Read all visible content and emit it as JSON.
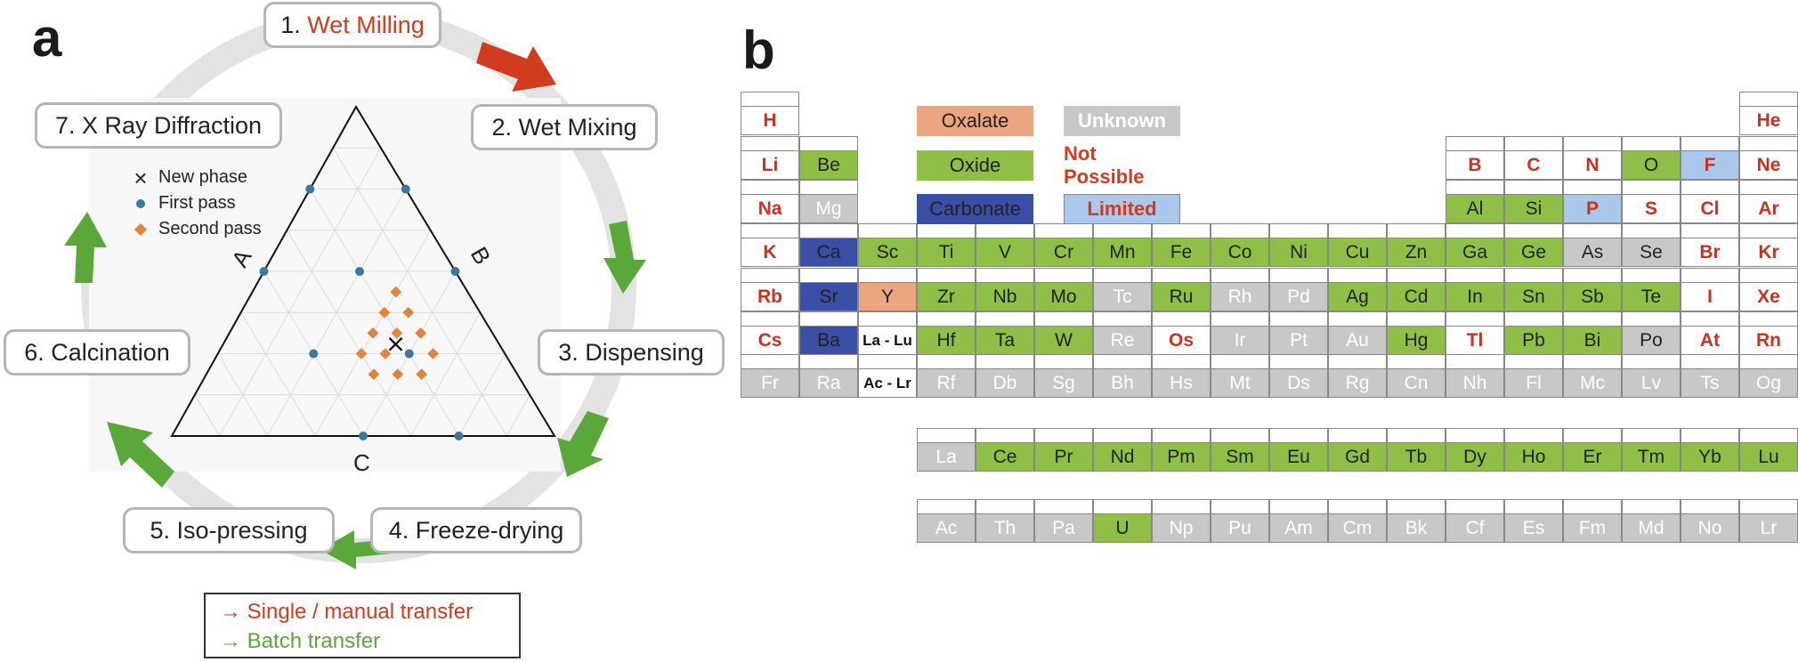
{
  "panel_a": {
    "label": "a",
    "steps": [
      {
        "num": "1.",
        "text": "Wet Milling"
      },
      {
        "num": "2.",
        "text": "Wet Mixing"
      },
      {
        "num": "3.",
        "text": "Dispensing"
      },
      {
        "num": "4.",
        "text": "Freeze-drying"
      },
      {
        "num": "5.",
        "text": "Iso-pressing"
      },
      {
        "num": "6.",
        "text": "Calcination"
      },
      {
        "num": "7.",
        "text": "X Ray Diffraction"
      }
    ],
    "triangle": {
      "axis_labels": {
        "a": "A",
        "b": "B",
        "c": "C"
      },
      "legend": {
        "new_phase": "New phase",
        "first_pass": "First pass",
        "second_pass": "Second pass"
      },
      "colors": {
        "first_pass": "#3a78a0",
        "second_pass": "#e0853a",
        "new_phase": "#111111"
      },
      "first_pass_points": [
        [
          0.25,
          0.5,
          0.25
        ],
        [
          0,
          0.75,
          0.25
        ],
        [
          0.5,
          0.25,
          0.25
        ],
        [
          0.25,
          0.25,
          0.5
        ],
        [
          0.5,
          0.5,
          0
        ],
        [
          0.75,
          0.25,
          0
        ],
        [
          0.75,
          0,
          0.25
        ],
        [
          0,
          0.5,
          0.5
        ],
        [
          0.5,
          0,
          0.5
        ]
      ],
      "second_pass_points": [
        [
          0.3125,
          0.5,
          0.1875
        ],
        [
          0.25,
          0.5625,
          0.1875
        ],
        [
          0.375,
          0.4375,
          0.1875
        ],
        [
          0.4375,
          0.375,
          0.1875
        ],
        [
          0.1875,
          0.5625,
          0.25
        ],
        [
          0.3125,
          0.4375,
          0.25
        ],
        [
          0.375,
          0.375,
          0.25
        ],
        [
          0.1875,
          0.5,
          0.3125
        ],
        [
          0.25,
          0.4375,
          0.3125
        ],
        [
          0.3125,
          0.375,
          0.3125
        ],
        [
          0.1875,
          0.4375,
          0.375
        ],
        [
          0.25,
          0.375,
          0.375
        ]
      ],
      "new_phase_point": [
        0.28,
        0.45,
        0.27
      ]
    },
    "arrow_colors": {
      "manual": "#d13b1e",
      "batch": "#5aa83a"
    },
    "transfer_legend": {
      "manual": "→ Single / manual transfer",
      "batch": "→ Batch transfer"
    }
  },
  "panel_b": {
    "label": "b",
    "legend": {
      "oxalate": "Oxalate",
      "oxide": "Oxide",
      "carbonate": "Carbonate",
      "unknown": "Unknown",
      "not_possible": "Not Possible",
      "limited": "Limited"
    },
    "category_colors": {
      "oxide": "#8fbf47",
      "carbonate": "#3a4ea6",
      "oxalate": "#eba57f",
      "unknown": "#c8c8c8",
      "limited": "#a9c8ec",
      "not_possible": "#ffffff"
    },
    "elements": [
      {
        "sym": "H",
        "row": 1,
        "col": 1,
        "cat": "none"
      },
      {
        "sym": "He",
        "row": 1,
        "col": 18,
        "cat": "none"
      },
      {
        "sym": "Li",
        "row": 2,
        "col": 1,
        "cat": "none"
      },
      {
        "sym": "Be",
        "row": 2,
        "col": 2,
        "cat": "oxide"
      },
      {
        "sym": "B",
        "row": 2,
        "col": 13,
        "cat": "none"
      },
      {
        "sym": "C",
        "row": 2,
        "col": 14,
        "cat": "none"
      },
      {
        "sym": "N",
        "row": 2,
        "col": 15,
        "cat": "none"
      },
      {
        "sym": "O",
        "row": 2,
        "col": 16,
        "cat": "oxide"
      },
      {
        "sym": "F",
        "row": 2,
        "col": 17,
        "cat": "limited"
      },
      {
        "sym": "Ne",
        "row": 2,
        "col": 18,
        "cat": "none"
      },
      {
        "sym": "Na",
        "row": 3,
        "col": 1,
        "cat": "none"
      },
      {
        "sym": "Mg",
        "row": 3,
        "col": 2,
        "cat": "unknown"
      },
      {
        "sym": "Al",
        "row": 3,
        "col": 13,
        "cat": "oxide"
      },
      {
        "sym": "Si",
        "row": 3,
        "col": 14,
        "cat": "oxide"
      },
      {
        "sym": "P",
        "row": 3,
        "col": 15,
        "cat": "limited"
      },
      {
        "sym": "S",
        "row": 3,
        "col": 16,
        "cat": "none"
      },
      {
        "sym": "Cl",
        "row": 3,
        "col": 17,
        "cat": "none"
      },
      {
        "sym": "Ar",
        "row": 3,
        "col": 18,
        "cat": "none"
      },
      {
        "sym": "K",
        "row": 4,
        "col": 1,
        "cat": "none"
      },
      {
        "sym": "Ca",
        "row": 4,
        "col": 2,
        "cat": "carbonate"
      },
      {
        "sym": "Sc",
        "row": 4,
        "col": 3,
        "cat": "oxide"
      },
      {
        "sym": "Ti",
        "row": 4,
        "col": 4,
        "cat": "oxide"
      },
      {
        "sym": "V",
        "row": 4,
        "col": 5,
        "cat": "oxide"
      },
      {
        "sym": "Cr",
        "row": 4,
        "col": 6,
        "cat": "oxide"
      },
      {
        "sym": "Mn",
        "row": 4,
        "col": 7,
        "cat": "oxide"
      },
      {
        "sym": "Fe",
        "row": 4,
        "col": 8,
        "cat": "oxide"
      },
      {
        "sym": "Co",
        "row": 4,
        "col": 9,
        "cat": "oxide"
      },
      {
        "sym": "Ni",
        "row": 4,
        "col": 10,
        "cat": "oxide"
      },
      {
        "sym": "Cu",
        "row": 4,
        "col": 11,
        "cat": "oxide"
      },
      {
        "sym": "Zn",
        "row": 4,
        "col": 12,
        "cat": "oxide"
      },
      {
        "sym": "Ga",
        "row": 4,
        "col": 13,
        "cat": "oxide"
      },
      {
        "sym": "Ge",
        "row": 4,
        "col": 14,
        "cat": "oxide"
      },
      {
        "sym": "As",
        "row": 4,
        "col": 15,
        "cat": "unknown_dark"
      },
      {
        "sym": "Se",
        "row": 4,
        "col": 16,
        "cat": "unknown_dark"
      },
      {
        "sym": "Br",
        "row": 4,
        "col": 17,
        "cat": "none"
      },
      {
        "sym": "Kr",
        "row": 4,
        "col": 18,
        "cat": "none"
      },
      {
        "sym": "Rb",
        "row": 5,
        "col": 1,
        "cat": "none"
      },
      {
        "sym": "Sr",
        "row": 5,
        "col": 2,
        "cat": "carbonate"
      },
      {
        "sym": "Y",
        "row": 5,
        "col": 3,
        "cat": "oxalate"
      },
      {
        "sym": "Zr",
        "row": 5,
        "col": 4,
        "cat": "oxide"
      },
      {
        "sym": "Nb",
        "row": 5,
        "col": 5,
        "cat": "oxide"
      },
      {
        "sym": "Mo",
        "row": 5,
        "col": 6,
        "cat": "oxide"
      },
      {
        "sym": "Tc",
        "row": 5,
        "col": 7,
        "cat": "unknown"
      },
      {
        "sym": "Ru",
        "row": 5,
        "col": 8,
        "cat": "oxide"
      },
      {
        "sym": "Rh",
        "row": 5,
        "col": 9,
        "cat": "unknown"
      },
      {
        "sym": "Pd",
        "row": 5,
        "col": 10,
        "cat": "unknown"
      },
      {
        "sym": "Ag",
        "row": 5,
        "col": 11,
        "cat": "oxide"
      },
      {
        "sym": "Cd",
        "row": 5,
        "col": 12,
        "cat": "oxide"
      },
      {
        "sym": "In",
        "row": 5,
        "col": 13,
        "cat": "oxide"
      },
      {
        "sym": "Sn",
        "row": 5,
        "col": 14,
        "cat": "oxide"
      },
      {
        "sym": "Sb",
        "row": 5,
        "col": 15,
        "cat": "oxide"
      },
      {
        "sym": "Te",
        "row": 5,
        "col": 16,
        "cat": "oxide"
      },
      {
        "sym": "I",
        "row": 5,
        "col": 17,
        "cat": "none"
      },
      {
        "sym": "Xe",
        "row": 5,
        "col": 18,
        "cat": "none"
      },
      {
        "sym": "Cs",
        "row": 6,
        "col": 1,
        "cat": "none"
      },
      {
        "sym": "Ba",
        "row": 6,
        "col": 2,
        "cat": "carbonate"
      },
      {
        "sym": "La - Lu",
        "row": 6,
        "col": 3,
        "cat": "range"
      },
      {
        "sym": "Hf",
        "row": 6,
        "col": 4,
        "cat": "oxide"
      },
      {
        "sym": "Ta",
        "row": 6,
        "col": 5,
        "cat": "oxide"
      },
      {
        "sym": "W",
        "row": 6,
        "col": 6,
        "cat": "oxide"
      },
      {
        "sym": "Re",
        "row": 6,
        "col": 7,
        "cat": "unknown"
      },
      {
        "sym": "Os",
        "row": 6,
        "col": 8,
        "cat": "none"
      },
      {
        "sym": "Ir",
        "row": 6,
        "col": 9,
        "cat": "unknown"
      },
      {
        "sym": "Pt",
        "row": 6,
        "col": 10,
        "cat": "unknown"
      },
      {
        "sym": "Au",
        "row": 6,
        "col": 11,
        "cat": "unknown"
      },
      {
        "sym": "Hg",
        "row": 6,
        "col": 12,
        "cat": "oxide"
      },
      {
        "sym": "Tl",
        "row": 6,
        "col": 13,
        "cat": "none"
      },
      {
        "sym": "Pb",
        "row": 6,
        "col": 14,
        "cat": "oxide"
      },
      {
        "sym": "Bi",
        "row": 6,
        "col": 15,
        "cat": "oxide"
      },
      {
        "sym": "Po",
        "row": 6,
        "col": 16,
        "cat": "unknown_dark"
      },
      {
        "sym": "At",
        "row": 6,
        "col": 17,
        "cat": "none"
      },
      {
        "sym": "Rn",
        "row": 6,
        "col": 18,
        "cat": "none"
      },
      {
        "sym": "Fr",
        "row": 7,
        "col": 1,
        "cat": "unknown"
      },
      {
        "sym": "Ra",
        "row": 7,
        "col": 2,
        "cat": "unknown"
      },
      {
        "sym": "Ac - Lr",
        "row": 7,
        "col": 3,
        "cat": "range"
      },
      {
        "sym": "Rf",
        "row": 7,
        "col": 4,
        "cat": "unknown"
      },
      {
        "sym": "Db",
        "row": 7,
        "col": 5,
        "cat": "unknown"
      },
      {
        "sym": "Sg",
        "row": 7,
        "col": 6,
        "cat": "unknown"
      },
      {
        "sym": "Bh",
        "row": 7,
        "col": 7,
        "cat": "unknown"
      },
      {
        "sym": "Hs",
        "row": 7,
        "col": 8,
        "cat": "unknown"
      },
      {
        "sym": "Mt",
        "row": 7,
        "col": 9,
        "cat": "unknown"
      },
      {
        "sym": "Ds",
        "row": 7,
        "col": 10,
        "cat": "unknown"
      },
      {
        "sym": "Rg",
        "row": 7,
        "col": 11,
        "cat": "unknown"
      },
      {
        "sym": "Cn",
        "row": 7,
        "col": 12,
        "cat": "unknown"
      },
      {
        "sym": "Nh",
        "row": 7,
        "col": 13,
        "cat": "unknown"
      },
      {
        "sym": "Fl",
        "row": 7,
        "col": 14,
        "cat": "unknown"
      },
      {
        "sym": "Mc",
        "row": 7,
        "col": 15,
        "cat": "unknown"
      },
      {
        "sym": "Lv",
        "row": 7,
        "col": 16,
        "cat": "unknown"
      },
      {
        "sym": "Ts",
        "row": 7,
        "col": 17,
        "cat": "unknown"
      },
      {
        "sym": "Og",
        "row": 7,
        "col": 18,
        "cat": "unknown"
      },
      {
        "sym": "La",
        "row": 8,
        "col": 4,
        "cat": "unknown"
      },
      {
        "sym": "Ce",
        "row": 8,
        "col": 5,
        "cat": "oxide"
      },
      {
        "sym": "Pr",
        "row": 8,
        "col": 6,
        "cat": "oxide"
      },
      {
        "sym": "Nd",
        "row": 8,
        "col": 7,
        "cat": "oxide"
      },
      {
        "sym": "Pm",
        "row": 8,
        "col": 8,
        "cat": "oxide"
      },
      {
        "sym": "Sm",
        "row": 8,
        "col": 9,
        "cat": "oxide"
      },
      {
        "sym": "Eu",
        "row": 8,
        "col": 10,
        "cat": "oxide"
      },
      {
        "sym": "Gd",
        "row": 8,
        "col": 11,
        "cat": "oxide"
      },
      {
        "sym": "Tb",
        "row": 8,
        "col": 12,
        "cat": "oxide"
      },
      {
        "sym": "Dy",
        "row": 8,
        "col": 13,
        "cat": "oxide"
      },
      {
        "sym": "Ho",
        "row": 8,
        "col": 14,
        "cat": "oxide"
      },
      {
        "sym": "Er",
        "row": 8,
        "col": 15,
        "cat": "oxide"
      },
      {
        "sym": "Tm",
        "row": 8,
        "col": 16,
        "cat": "oxide"
      },
      {
        "sym": "Yb",
        "row": 8,
        "col": 17,
        "cat": "oxide"
      },
      {
        "sym": "Lu",
        "row": 8,
        "col": 18,
        "cat": "oxide"
      },
      {
        "sym": "Ac",
        "row": 9,
        "col": 4,
        "cat": "unknown"
      },
      {
        "sym": "Th",
        "row": 9,
        "col": 5,
        "cat": "unknown"
      },
      {
        "sym": "Pa",
        "row": 9,
        "col": 6,
        "cat": "unknown"
      },
      {
        "sym": "U",
        "row": 9,
        "col": 7,
        "cat": "oxide"
      },
      {
        "sym": "Np",
        "row": 9,
        "col": 8,
        "cat": "unknown"
      },
      {
        "sym": "Pu",
        "row": 9,
        "col": 9,
        "cat": "unknown"
      },
      {
        "sym": "Am",
        "row": 9,
        "col": 10,
        "cat": "unknown"
      },
      {
        "sym": "Cm",
        "row": 9,
        "col": 11,
        "cat": "unknown"
      },
      {
        "sym": "Bk",
        "row": 9,
        "col": 12,
        "cat": "unknown"
      },
      {
        "sym": "Cf",
        "row": 9,
        "col": 13,
        "cat": "unknown"
      },
      {
        "sym": "Es",
        "row": 9,
        "col": 14,
        "cat": "unknown"
      },
      {
        "sym": "Fm",
        "row": 9,
        "col": 15,
        "cat": "unknown"
      },
      {
        "sym": "Md",
        "row": 9,
        "col": 16,
        "cat": "unknown"
      },
      {
        "sym": "No",
        "row": 9,
        "col": 17,
        "cat": "unknown"
      },
      {
        "sym": "Lr",
        "row": 9,
        "col": 18,
        "cat": "unknown"
      }
    ]
  }
}
